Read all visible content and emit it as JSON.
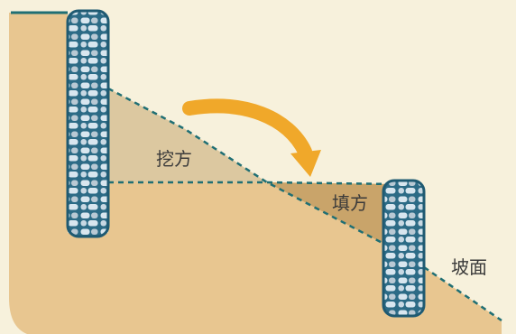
{
  "labels": {
    "cut": "挖方",
    "fill": "填方",
    "slope": "坡面"
  },
  "colors": {
    "background": "#f7f1dc",
    "soil": "#e8c690",
    "cut_region": "#dcc8a0",
    "fill_region": "#c9a46a",
    "dashed_line": "#1f6f74",
    "arrow": "#f0a82a",
    "stone_fill": "#d8e6ef",
    "stone_border": "#2c6b86"
  },
  "icons": {
    "arrow": "curved-arrow-icon",
    "wall": "stone-retaining-wall"
  }
}
